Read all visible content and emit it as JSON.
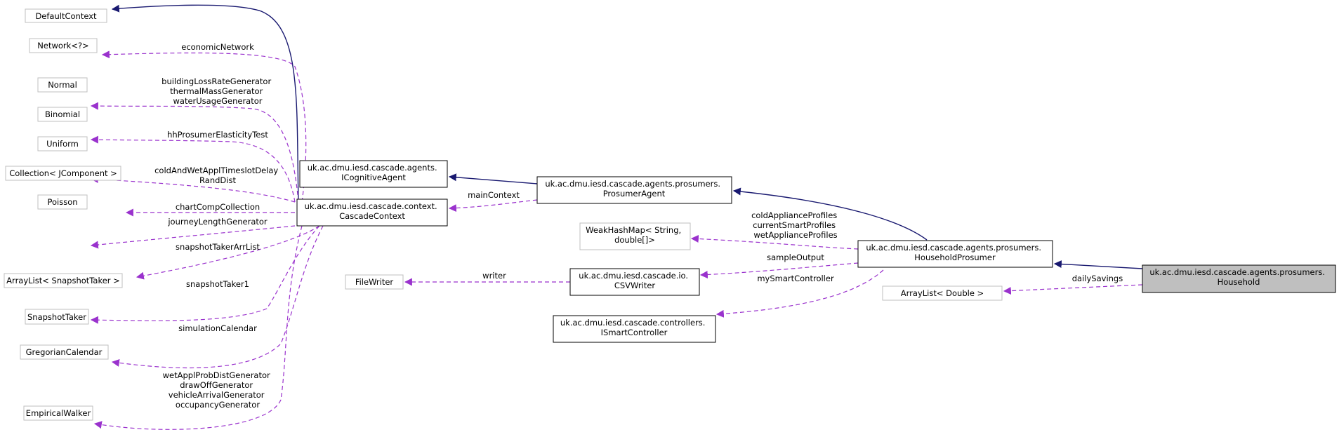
{
  "colors": {
    "inheritance_edge": "#191970",
    "usage_edge": "#9a32cd",
    "primary_border": "#000000",
    "external_border": "#bfbfbf",
    "focus_fill": "#bfbfbf",
    "background": "#ffffff"
  },
  "nodes": {
    "default_context": {
      "lines": [
        "DefaultContext"
      ]
    },
    "network": {
      "lines": [
        "Network<?>"
      ]
    },
    "normal": {
      "lines": [
        "Normal"
      ]
    },
    "binomial": {
      "lines": [
        "Binomial"
      ]
    },
    "uniform": {
      "lines": [
        "Uniform"
      ]
    },
    "collection": {
      "lines": [
        "Collection< JComponent >"
      ]
    },
    "poisson": {
      "lines": [
        "Poisson"
      ]
    },
    "arraylist_snapshot": {
      "lines": [
        "ArrayList< SnapshotTaker >"
      ]
    },
    "snapshot_taker": {
      "lines": [
        "SnapshotTaker"
      ]
    },
    "gregorian_calendar": {
      "lines": [
        "GregorianCalendar"
      ]
    },
    "empirical_walker": {
      "lines": [
        "EmpiricalWalker"
      ]
    },
    "icognitive_agent": {
      "lines": [
        "uk.ac.dmu.iesd.cascade.agents.",
        "ICognitiveAgent"
      ]
    },
    "cascade_context": {
      "lines": [
        "uk.ac.dmu.iesd.cascade.context.",
        "CascadeContext"
      ]
    },
    "prosumer_agent": {
      "lines": [
        "uk.ac.dmu.iesd.cascade.agents.prosumers.",
        "ProsumerAgent"
      ]
    },
    "weak_hash_map": {
      "lines": [
        "WeakHashMap< String,",
        "double[]>"
      ]
    },
    "file_writer": {
      "lines": [
        "FileWriter"
      ]
    },
    "csv_writer": {
      "lines": [
        "uk.ac.dmu.iesd.cascade.io.",
        "CSVWriter"
      ]
    },
    "ismart_controller": {
      "lines": [
        "uk.ac.dmu.iesd.cascade.controllers.",
        "ISmartController"
      ]
    },
    "household_prosumer": {
      "lines": [
        "uk.ac.dmu.iesd.cascade.agents.prosumers.",
        "HouseholdProsumer"
      ]
    },
    "arraylist_double": {
      "lines": [
        "ArrayList< Double >"
      ]
    },
    "household": {
      "lines": [
        "uk.ac.dmu.iesd.cascade.agents.prosumers.",
        "Household"
      ]
    }
  },
  "edge_labels": {
    "economic_network": [
      "economicNetwork"
    ],
    "normal_generators": [
      "buildingLossRateGenerator",
      "thermalMassGenerator",
      "waterUsageGenerator"
    ],
    "elasticity_test": [
      "hhProsumerElasticityTest"
    ],
    "timeslot_delay": [
      "coldAndWetApplTimeslotDelay",
      "RandDist"
    ],
    "chart_comp": [
      "chartCompCollection"
    ],
    "journey_length": [
      "journeyLengthGenerator"
    ],
    "snapshot_arr": [
      "snapshotTakerArrList"
    ],
    "snapshot_one": [
      "snapshotTaker1"
    ],
    "sim_calendar": [
      "simulationCalendar"
    ],
    "walker_generators": [
      "wetApplProbDistGenerator",
      "drawOffGenerator",
      "vehicleArrivalGenerator",
      "occupancyGenerator"
    ],
    "main_context": [
      "mainContext"
    ],
    "profiles": [
      "coldApplianceProfiles",
      "currentSmartProfiles",
      "wetApplianceProfiles"
    ],
    "sample_output": [
      "sampleOutput"
    ],
    "writer": [
      "writer"
    ],
    "smart_controller": [
      "mySmartController"
    ],
    "daily_savings": [
      "dailySavings"
    ]
  }
}
